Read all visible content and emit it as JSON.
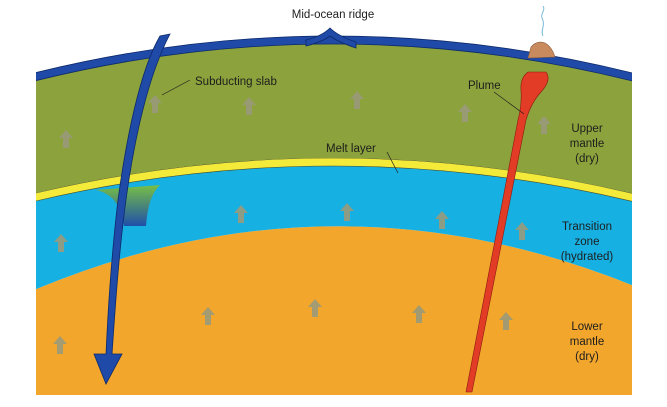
{
  "labels": {
    "ridge": "Mid-ocean ridge",
    "slab": "Subducting slab",
    "plume": "Plume",
    "melt": "Melt layer",
    "upper": [
      "Upper",
      "mantle",
      "(dry)"
    ],
    "transition": [
      "Transition",
      "zone",
      "(hydrated)"
    ],
    "lower": [
      "Lower",
      "mantle",
      "(dry)"
    ]
  },
  "colors": {
    "crust": "#1f4aa8",
    "upper_mantle": "#8ca23c",
    "melt_layer": "#f3ea3a",
    "transition_zone": "#16b0e2",
    "lower_mantle": "#f2a62c",
    "plume": "#e23c26",
    "volcano": "#c98a5e",
    "arrows": "#9a9a7a"
  },
  "icons": {
    "arrow": "up-arrow-icon"
  }
}
